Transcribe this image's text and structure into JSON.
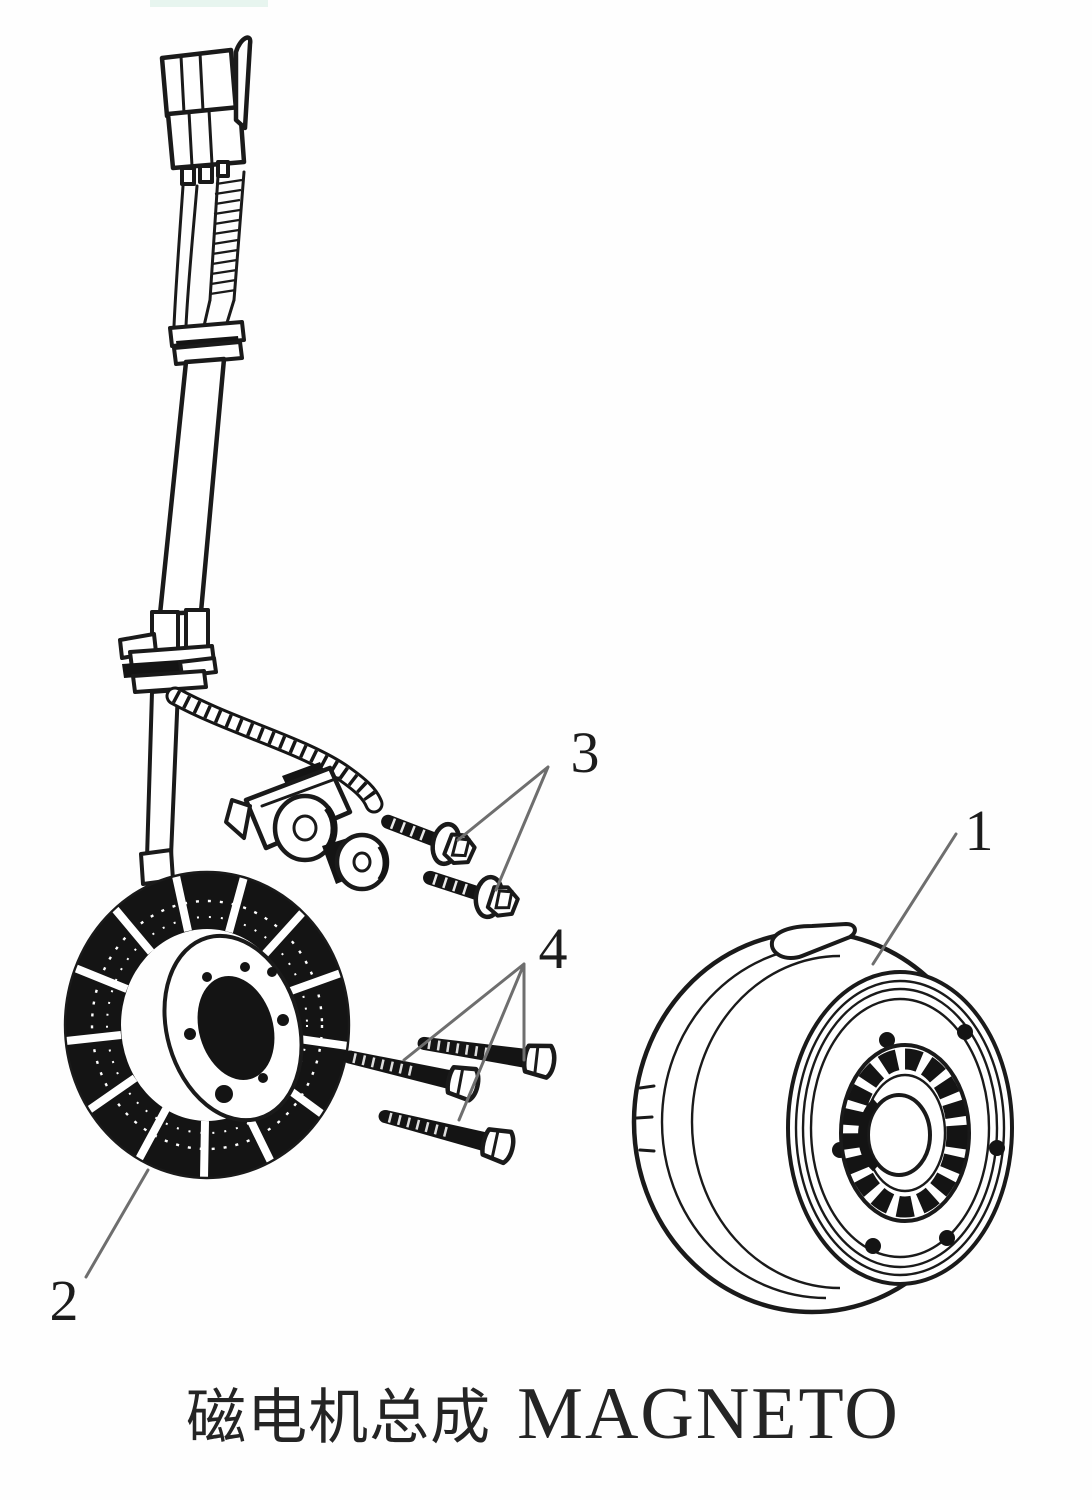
{
  "diagram": {
    "caption": {
      "zh": "磁电机总成",
      "en": "MAGNETO"
    },
    "callouts": {
      "c1": "1",
      "c2": "2",
      "c3": "3",
      "c4": "4"
    },
    "colors": {
      "ink": "#1a1a1a",
      "leader": "#6e6e6e",
      "paper": "#fefefe",
      "scan_tint": "#e7f5ef"
    }
  }
}
